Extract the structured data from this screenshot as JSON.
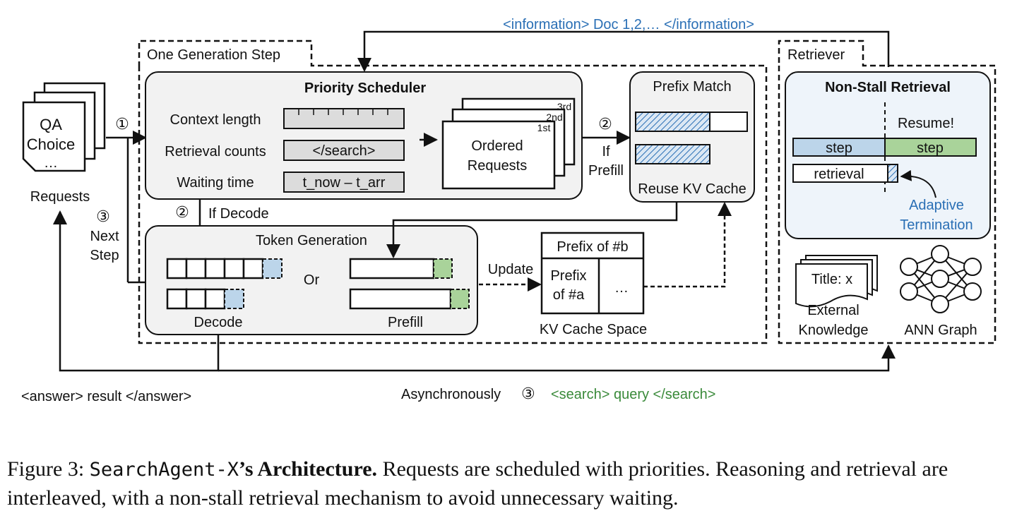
{
  "labels": {
    "info_tag": "<information> Doc 1,2,… </information>",
    "gen_step": "One Generation Step",
    "retriever": "Retriever",
    "qa": "QA",
    "choice": "Choice",
    "ellipsis": "…",
    "requests": "Requests",
    "circle1": "①",
    "circle2": "②",
    "circle3": "③",
    "next": "Next",
    "step": "Step",
    "priority_scheduler": "Priority Scheduler",
    "context_length": "Context length",
    "retrieval_counts": "Retrieval counts",
    "waiting_time": "Waiting time",
    "search_tag": "</search>",
    "t_now": "t_now – t_arr",
    "ordered": "Ordered",
    "requests2": "Requests",
    "first": "1st",
    "second": "2nd",
    "third": "3rd",
    "if": "If",
    "prefill": "Prefill",
    "prefix_match": "Prefix Match",
    "reuse_kv": "Reuse KV Cache",
    "if_decode": "If Decode",
    "token_generation": "Token Generation",
    "or": "Or",
    "decode": "Decode",
    "prefill2": "Prefill",
    "update": "Update",
    "prefix_of_b": "Prefix of #b",
    "prefix": "Prefix",
    "of_a": "of #a",
    "dots": "…",
    "kv_cache_space": "KV Cache Space",
    "non_stall": "Non-Stall Retrieval",
    "resume": "Resume!",
    "step_a": "step",
    "step_b": "step",
    "retrieval": "retrieval",
    "adaptive": "Adaptive",
    "termination": "Termination",
    "title_x": "Title: x",
    "external": "External",
    "knowledge": "Knowledge",
    "ann_graph": "ANN Graph",
    "answer_tag": "<answer> result </answer>",
    "asynchronously": "Asynchronously",
    "search_query": "<search> query </search>"
  },
  "caption": {
    "prefix": "Figure 3: ",
    "name": "SearchAgent-X",
    "bold": "’s Architecture.",
    "rest": " Requests are scheduled with priorities. Reasoning and retrieval are interleaved, with a non-stall retrieval mechanism to avoid unnecessary waiting."
  },
  "colors": {
    "blue_text": "#2a6fb5",
    "green_text": "#3a8a3a",
    "light_blue": "#bcd5ea",
    "light_green": "#a9d39a",
    "panel_gray": "#f2f2f2",
    "retriever_panel": "#eef4fa"
  }
}
